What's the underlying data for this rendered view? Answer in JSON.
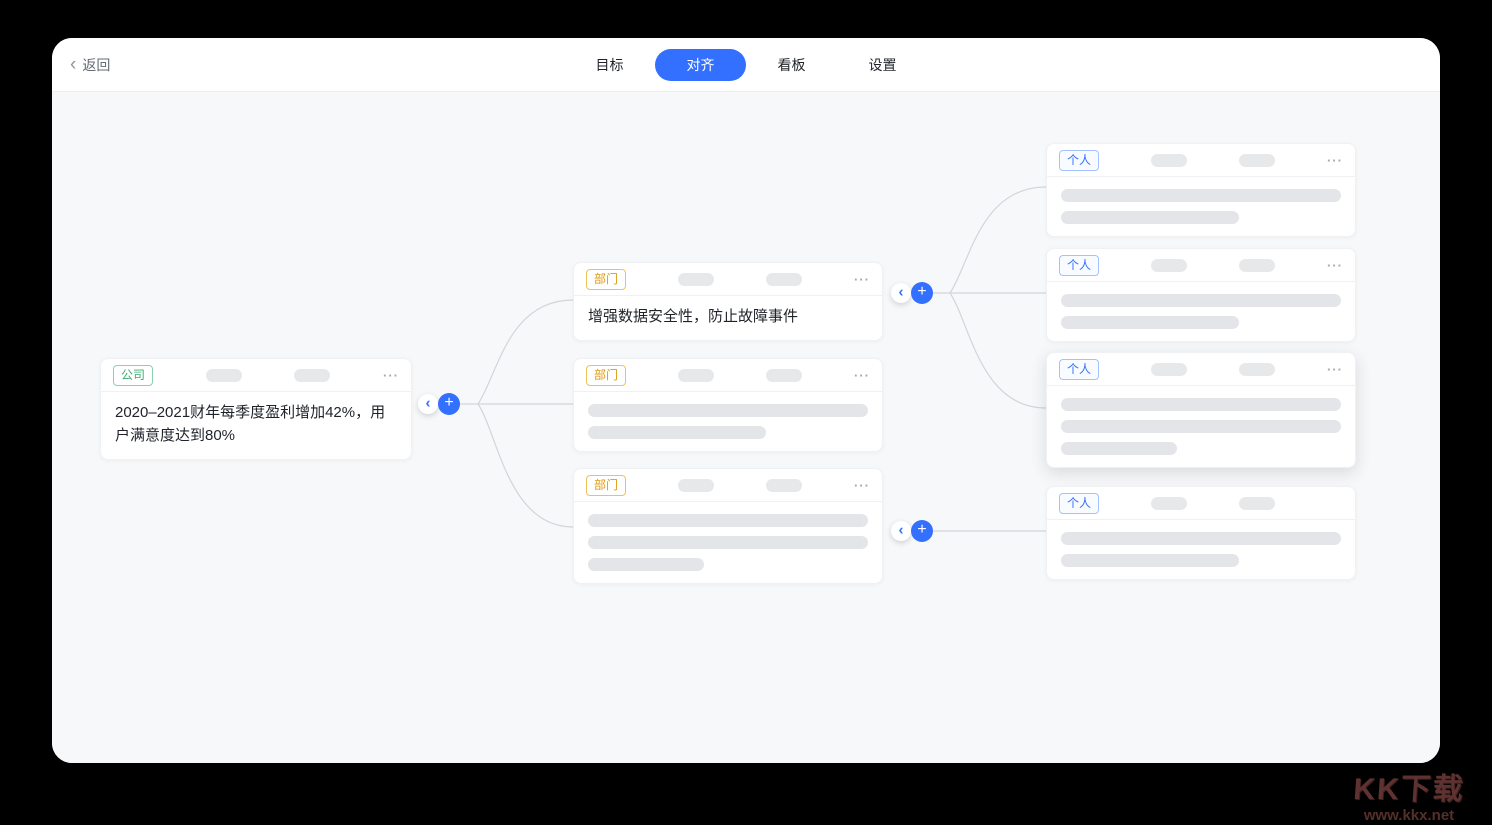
{
  "nav": {
    "back_label": "返回",
    "tabs": [
      {
        "label": "目标"
      },
      {
        "label": "对齐",
        "active": true
      },
      {
        "label": "看板"
      },
      {
        "label": "设置"
      }
    ]
  },
  "icons": {
    "back_chevron": "‹",
    "collapse_chevron": "‹",
    "plus": "+",
    "more": "···"
  },
  "colors": {
    "accent_blue": "#3370ff",
    "tag_company_green": "#3aaf6e",
    "tag_department_orange": "#e09a10",
    "tag_personal_blue": "#3370ff",
    "canvas_bg": "#f7f8fa",
    "connector_gray": "#d2d5d9"
  },
  "cards": {
    "company": {
      "tag": "公司",
      "text": "2020–2021财年每季度盈利增加42%，用户满意度达到80%"
    },
    "department": [
      {
        "tag": "部门",
        "text": "增强数据安全性，防止故障事件"
      },
      {
        "tag": "部门",
        "placeholder_lines": 2
      },
      {
        "tag": "部门",
        "placeholder_lines": 3
      }
    ],
    "personal": [
      {
        "tag": "个人",
        "placeholder_lines": 2
      },
      {
        "tag": "个人",
        "placeholder_lines": 2
      },
      {
        "tag": "个人",
        "placeholder_lines": 3,
        "selected": true
      },
      {
        "tag": "个人",
        "placeholder_lines": 2,
        "has_menu": false
      }
    ]
  },
  "watermark": {
    "title": "KK下载",
    "url": "www.kkx.net"
  }
}
